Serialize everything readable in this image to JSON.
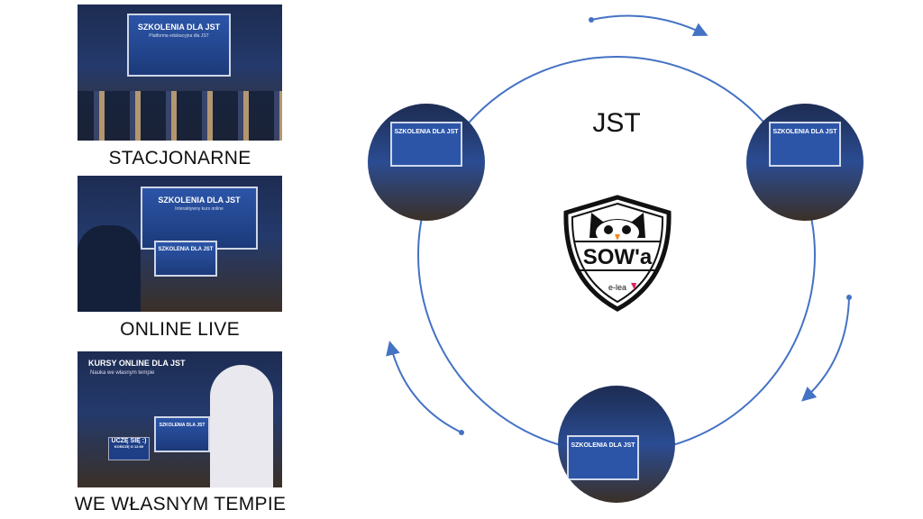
{
  "modes": [
    {
      "label": "STACJONARNE",
      "screen_title": "SZKOLENIA DLA JST",
      "screen_subtitle": "Platforma edukacyjna dla JST"
    },
    {
      "label": "ONLINE LIVE",
      "screen_title": "SZKOLENIA DLA JST",
      "screen_subtitle": "Interaktywny kurs online"
    },
    {
      "label": "WE WŁASNYM TEMPIE",
      "screen_title": "KURSY ONLINE DLA JST",
      "screen_subtitle": "Nauka we własnym tempie",
      "sign_title": "UCZĘ SIĘ :)",
      "sign_subtitle": "KOŃCZĘ O 12:00"
    }
  ],
  "cycle": {
    "center_label": "JST",
    "logo_text": "SOW'a",
    "logo_sub": "e-lea",
    "circle_photo_title": "SZKOLENIA DLA JST"
  },
  "colors": {
    "accent": "#4472c4",
    "text": "#111111"
  }
}
